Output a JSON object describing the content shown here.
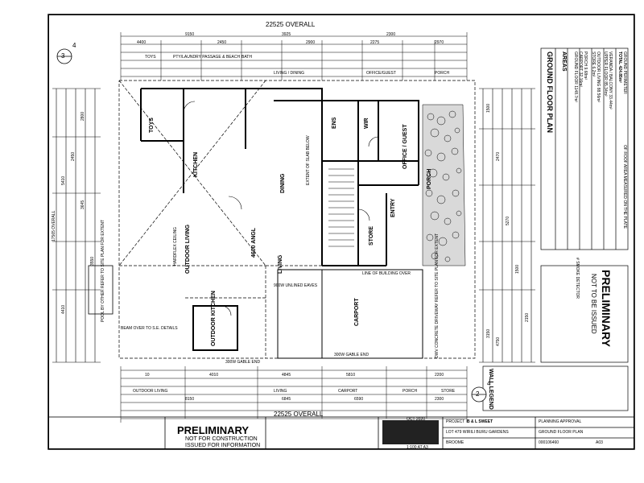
{
  "header": {
    "overall_top": "22525 OVERALL",
    "dim_9150": "9150",
    "dim_3925": "3925",
    "dim_2300": "2300",
    "dim_4400": "4400",
    "dim_2450": "2450",
    "dim_2900": "2900",
    "dim_2275": "2275",
    "dim_2970": "2970"
  },
  "top_labels": [
    "TOYS",
    "PTY/LAUNDRY PASSAGE & BEACH",
    "BATH",
    "LIVING / DINING",
    "OFFICE/GUEST",
    "PORCH"
  ],
  "rooms": {
    "toys": "TOYS",
    "kitchen": "KITCHEN",
    "dining": "DINING",
    "ens": "ENS",
    "wir": "WIR",
    "office": "OFFICE / GUEST",
    "porch": "PORCH",
    "entry": "ENTRY",
    "store": "STORE",
    "outdoor_living": "OUTDOOR LIVING",
    "living": "LIVING",
    "outdoor_kitchen": "OUTDOOR KITCHEN",
    "carport": "CARPORT",
    "ceiling_note": "4600 ANGL"
  },
  "notes": {
    "gable": "300W GABLE END",
    "gable_bottom": "300W GABLE END",
    "line_building": "LINE OF BUILDING OVER",
    "eaves": "900W UNLINED EAVES",
    "hardflex": "HARDFLEX CEILING",
    "concrete_driveway": "DWV CONCRETE DRIVEWAY REFER TO SITE PLAN FOR EXTENT",
    "pool": "POOL BY OTHER REFER TO SITE PLAN FOR EXTENT",
    "beam": "BEAM OVER TO S.E. DETAILS",
    "extent_slab": "EXTENT OF SLAB BELOW",
    "smoke": "# SMOKE DETECTOR",
    "wall_legend_title": "WALL LEGEND"
  },
  "areas": {
    "title": "AREAS",
    "rows": [
      {
        "label": "GROUND FLOOR",
        "value": "1148.7m²"
      },
      {
        "label": "CARPORT",
        "value": "32.16m²"
      },
      {
        "label": "PORCH",
        "value": "9.68m²"
      },
      {
        "label": "STORE",
        "value": "6.2m²"
      },
      {
        "label": "OUTDOOR LIVING",
        "value": "88.56m²"
      },
      {
        "label": "UPPER FLOOR",
        "value": "85.34m²"
      },
      {
        "label": "VERANDA / BALCONY",
        "value": "33.44m²"
      },
      {
        "label": "TOTAL",
        "value": "424.85m²"
      }
    ],
    "plan_title": "GROUND FLOOR PLAN",
    "perimeter": "GROUND PERIMETER",
    "perimeter_note": "OF ROOF AREA MEASURED ON THE PLATE"
  },
  "stamp": {
    "right_main": "PRELIMINARY",
    "right_sub": "NOT TO BE ISSUED",
    "bottom_main": "PRELIMINARY",
    "bottom_sub1": "NOT FOR CONSTRUCTION",
    "bottom_sub2": "ISSUED FOR INFORMATION"
  },
  "titleblock": {
    "project_label": "PROJECT",
    "project": "B & L SWEET",
    "lot": "LOT 479 WIRILI BURU GARDENS",
    "town": "BROOME",
    "stage": "PLANNING APPROVAL",
    "sheet_title": "GROUND FLOOR PLAN",
    "drawing_no": "000106460",
    "sheet": "A03",
    "scale": "1:100 AT A3",
    "date": "OCT 2020"
  },
  "bottom_dims": {
    "row1": [
      "10",
      "4010",
      "4845",
      "5810",
      "2200"
    ],
    "row2": [
      "OUTDOOR LIVING",
      "LIVING",
      "CARPORT",
      "PORCH",
      "STORE"
    ],
    "row3": [
      "8150",
      "6845",
      "6590",
      "2300"
    ],
    "overall": "22525 OVERALL"
  },
  "left_dims": [
    "17565 OVERALL",
    "5410",
    "4410",
    "2450",
    "3645",
    "2800",
    "3550"
  ],
  "right_dims": [
    "1500",
    "2470",
    "5270",
    "1500",
    "2150",
    "3150",
    "4750"
  ],
  "sheet_markers": [
    "3",
    "4",
    "2",
    "4"
  ]
}
